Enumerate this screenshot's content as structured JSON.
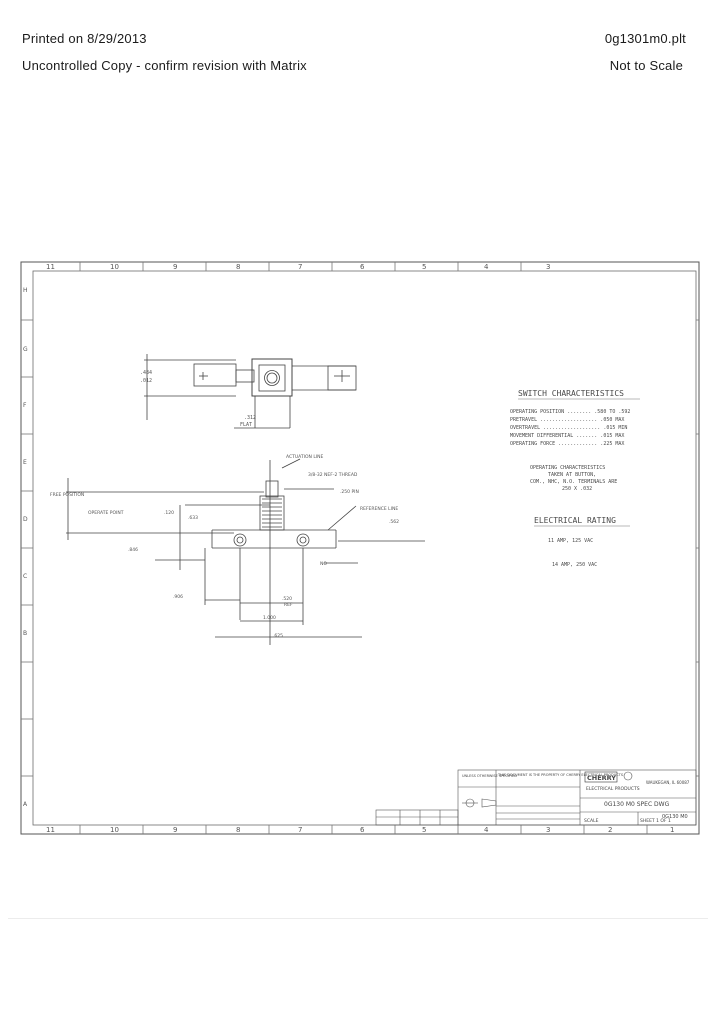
{
  "header": {
    "printed": "Printed on 8/29/2013",
    "filename": "0g1301m0.plt",
    "copy_notice": "Uncontrolled Copy - confirm revision with Matrix",
    "scale_note": "Not to Scale"
  },
  "zones": {
    "top": [
      "11",
      "10",
      "9",
      "8",
      "7",
      "6",
      "5",
      "4",
      "3"
    ],
    "bottom": [
      "11",
      "10",
      "9",
      "8",
      "7",
      "6",
      "5",
      "4",
      "3",
      "2",
      "1"
    ],
    "left": [
      "H",
      "G",
      "F",
      "E",
      "D",
      "C",
      "B",
      "A"
    ]
  },
  "switch_characteristics": {
    "title": "SWITCH CHARACTERISTICS",
    "lines": [
      "OPERATING POSITION ........ .580 TO .592",
      "PRETRAVEL ................... .050 MAX",
      "OVERTRAVEL ................... .015 MIN",
      "MOVEMENT DIFFERENTIAL .......  .015 MAX",
      "OPERATING FORCE ............. .225 MAX"
    ],
    "note_lines": [
      "OPERATING CHARACTERISTICS",
      "TAKEN AT BUTTON,",
      "COM., NHC, N.O. TERMINALS ARE",
      "250 X .032"
    ]
  },
  "electrical_rating": {
    "title": "ELECTRICAL RATING",
    "lines": [
      "11 AMP, 125 VAC",
      "",
      "14 AMP, 250 VAC"
    ]
  },
  "drawing_labels": {
    "actuation_line": "ACTUATION LINE",
    "thread": "3/8-32 NEF-2 THREAD",
    "free_position": "FREE POSITION",
    "op_point": "OPERATE POINT",
    "reference_line": "REFERENCE LINE",
    "flat": "FLAT",
    "pin": ".250 PIN",
    "dim_a": ".484",
    "dim_b": ".012",
    "dim_c": ".312",
    "dim_d": ".120",
    "dim_e": ".633",
    "dim_f": ".846",
    "dim_g": ".906",
    "dim_h": ".520",
    "dim_i": "1.000",
    "dim_j": ".625",
    "dim_k": ".562",
    "no_label": "NO",
    "ref": "REF"
  },
  "title_block": {
    "company": "CHERRY",
    "company_sub": "ELECTRICAL PRODUCTS",
    "company_addr": "WAUKEGAN, IL 60087",
    "part_title": "0G130 M0 SPEC DWG",
    "dwg_no": "0G130 M0",
    "scale_label": "SCALE",
    "sheet_label": "SHEET 1 OF 1",
    "note": "THIS DOCUMENT IS THE PROPERTY OF CHERRY ELECTRICAL PRODUCTS",
    "tolerance": "UNLESS OTHERWISE SPECIFIED"
  }
}
